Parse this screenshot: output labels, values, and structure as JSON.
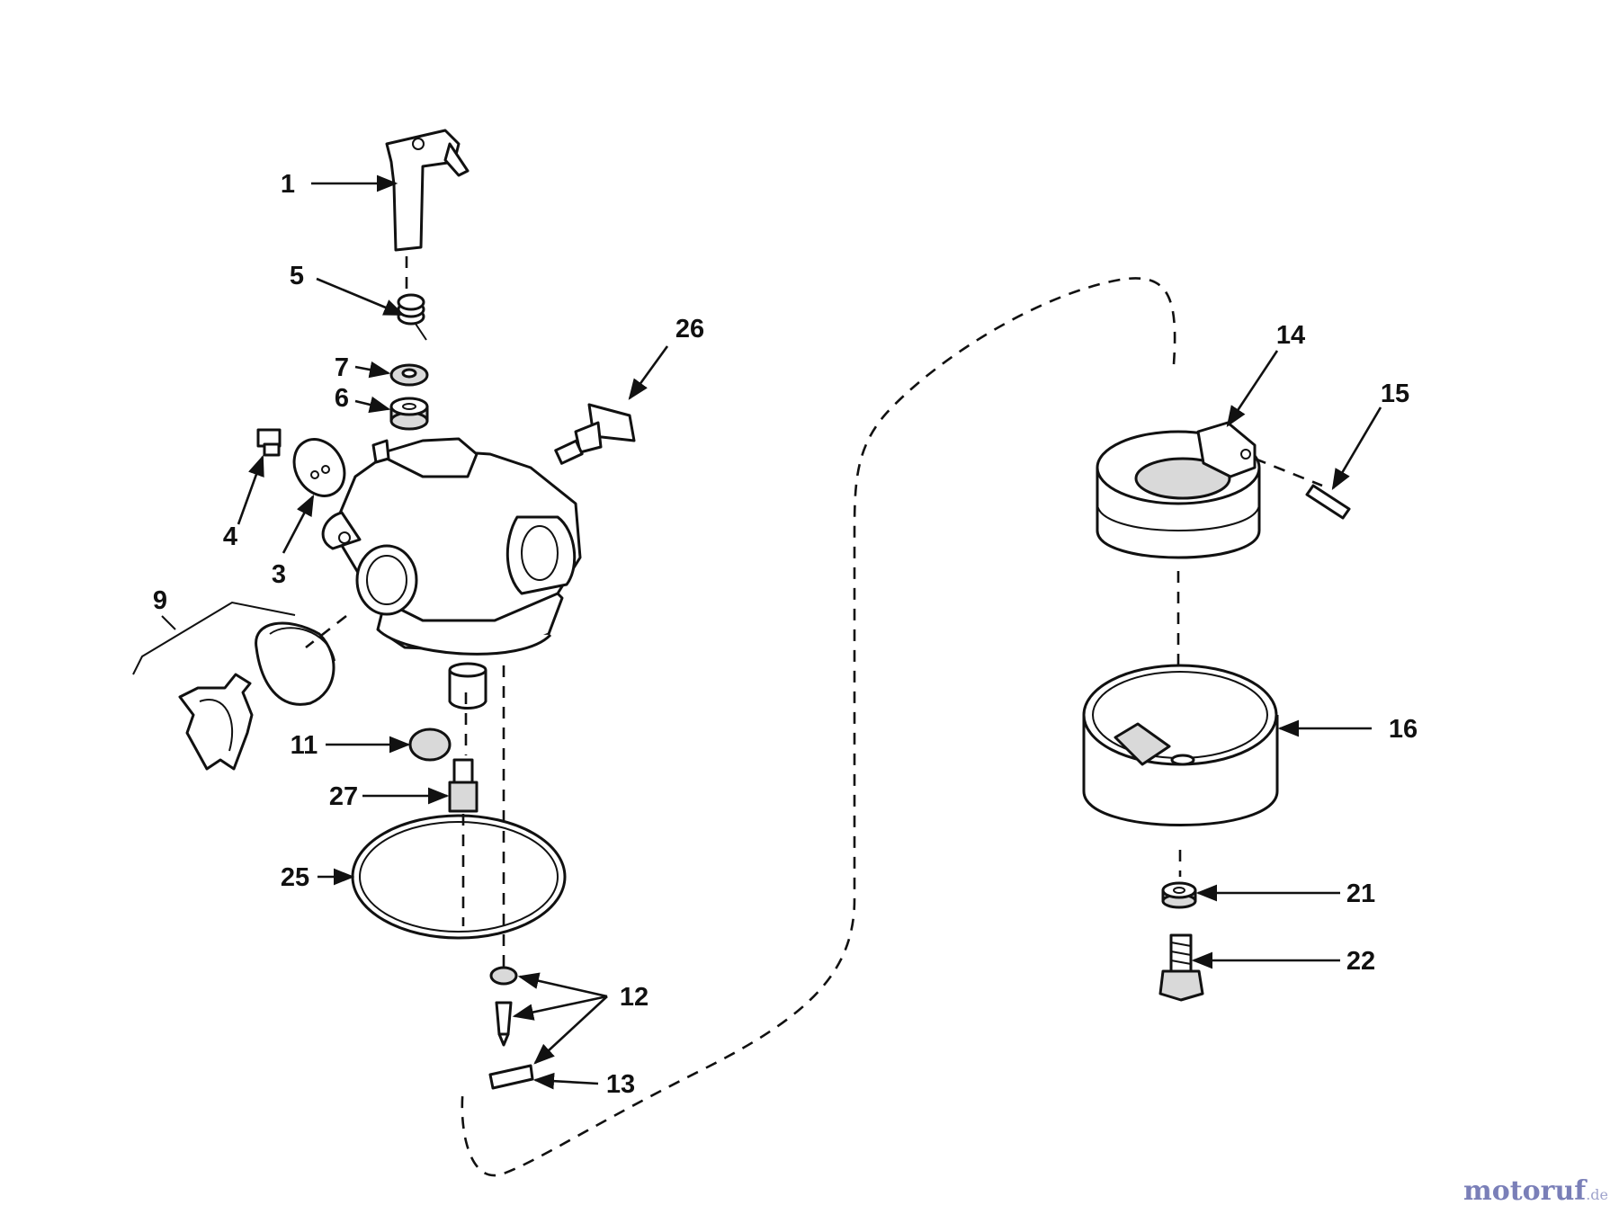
{
  "callouts": [
    {
      "id": "1",
      "text": "1"
    },
    {
      "id": "3",
      "text": "3"
    },
    {
      "id": "4",
      "text": "4"
    },
    {
      "id": "5",
      "text": "5"
    },
    {
      "id": "6",
      "text": "6"
    },
    {
      "id": "7",
      "text": "7"
    },
    {
      "id": "9",
      "text": "9"
    },
    {
      "id": "11",
      "text": "11"
    },
    {
      "id": "12",
      "text": "12"
    },
    {
      "id": "13",
      "text": "13"
    },
    {
      "id": "14",
      "text": "14"
    },
    {
      "id": "15",
      "text": "15"
    },
    {
      "id": "16",
      "text": "16"
    },
    {
      "id": "21",
      "text": "21"
    },
    {
      "id": "22",
      "text": "22"
    },
    {
      "id": "25",
      "text": "25"
    },
    {
      "id": "26",
      "text": "26"
    },
    {
      "id": "27",
      "text": "27"
    }
  ],
  "watermark": {
    "main": "motoruf",
    "suffix": ".de"
  }
}
